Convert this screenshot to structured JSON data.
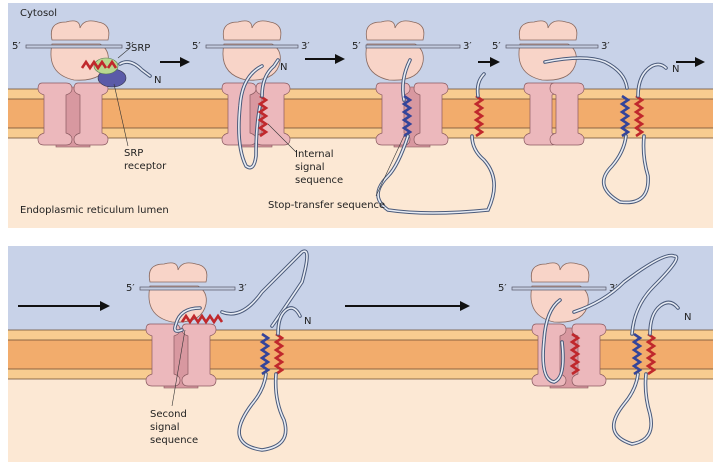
{
  "panel_top": {
    "region_cytosol": "Cytosol",
    "region_lumen": "Endoplasmic reticulum lumen",
    "labels": {
      "srp": "SRP",
      "srp_receptor_1": "SRP",
      "srp_receptor_2": "receptor",
      "internal_1": "Internal",
      "internal_2": "signal",
      "internal_3": "sequence",
      "stop_transfer": "Stop-transfer sequence"
    }
  },
  "panel_bottom": {
    "labels": {
      "second_1": "Second",
      "second_2": "signal",
      "second_3": "sequence"
    }
  },
  "mrna": {
    "five": "5′",
    "three": "3′"
  },
  "n_terminus": "N",
  "colors": {
    "cytosol": "#c8d2e8",
    "membrane_light": "#f8cc90",
    "membrane_dark": "#f2ac6c",
    "lumen": "#fce8d4",
    "ribosome": "#f8d4c8",
    "translocon": "#ecb8bc",
    "signal_red": "#c0282c",
    "signal_blue": "#34449a",
    "srp": "#b8d890",
    "srp_receptor": "#5a5aa8"
  }
}
